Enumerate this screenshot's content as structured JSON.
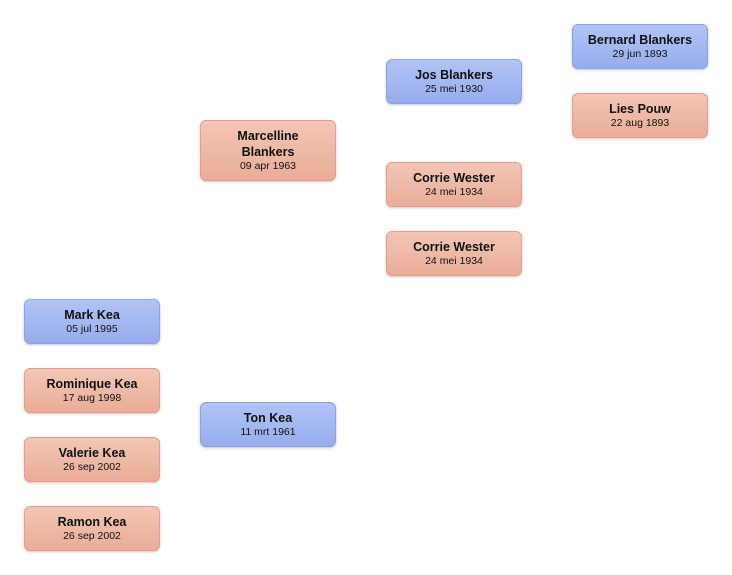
{
  "people": {
    "bernard": {
      "name": "Bernard Blankers",
      "date": "29 jun 1893",
      "gender": "male"
    },
    "lies": {
      "name": "Lies Pouw",
      "date": "22 aug 1893",
      "gender": "female"
    },
    "jos": {
      "name": "Jos Blankers",
      "date": "25 mei 1930",
      "gender": "male"
    },
    "corrie1": {
      "name": "Corrie Wester",
      "date": "24 mei 1934",
      "gender": "female"
    },
    "corrie2": {
      "name": "Corrie Wester",
      "date": "24 mei 1934",
      "gender": "female"
    },
    "marcelline": {
      "name": "Marcelline Blankers",
      "date": "09 apr 1963",
      "gender": "female"
    },
    "ton": {
      "name": "Ton Kea",
      "date": "11 mrt 1961",
      "gender": "male"
    },
    "mark": {
      "name": "Mark Kea",
      "date": "05 jul 1995",
      "gender": "male"
    },
    "rominique": {
      "name": "Rominique Kea",
      "date": "17 aug 1998",
      "gender": "female"
    },
    "valerie": {
      "name": "Valerie Kea",
      "date": "26 sep 2002",
      "gender": "female"
    },
    "ramon": {
      "name": "Ramon Kea",
      "date": "26 sep 2002",
      "gender": "female"
    }
  },
  "colors": {
    "male": "#a7baf3",
    "female": "#eeb8a5"
  }
}
